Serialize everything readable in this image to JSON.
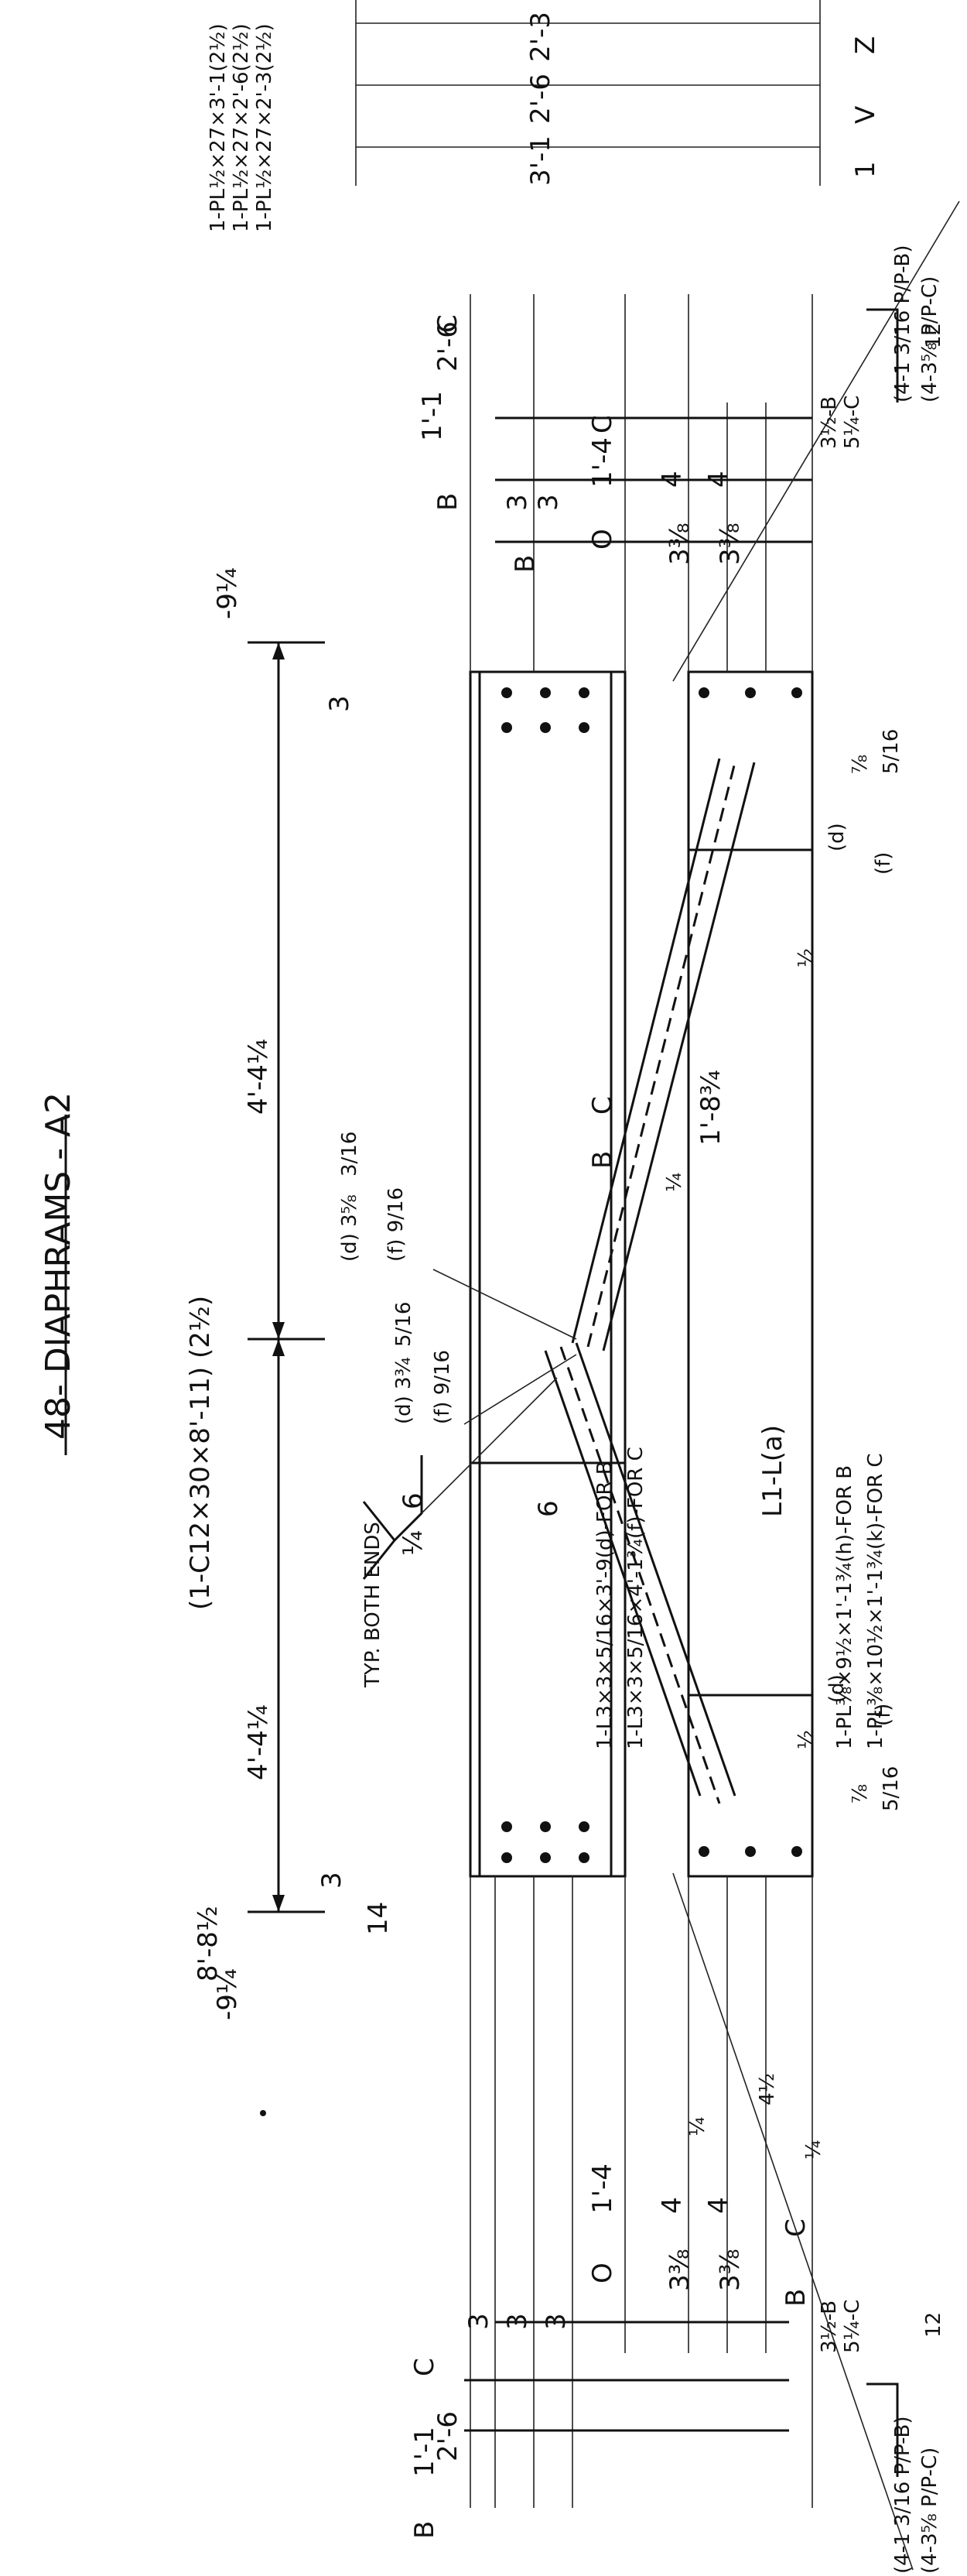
{
  "title": "48- DIAPHRAMS - A2",
  "top_member": "(1-C12×30×8'-11) (2½)",
  "spans": {
    "left_half": "4'-4¼",
    "right_half": "4'-4¼",
    "end_left": "8'-8½",
    "edge_left": "-9¼",
    "edge_right": "-9¼"
  },
  "weld_symbol": {
    "size": "¼",
    "length": "6",
    "note": "TYP. BOTH ENDS"
  },
  "brace_left_labels": {
    "d_dim": "(d) 3¾",
    "f_dim": "(f) 9/16",
    "small": "5/16"
  },
  "brace_right_labels": {
    "d_dim": "(d) 3⅝",
    "f_dim": "(f) 9/16",
    "small": "3/16"
  },
  "angle_callout": {
    "line1": "1-L3×3×5/16×3'-9(d)-FOR B",
    "line2": "1-L3×3×5/16×4'-1¾(f)-FOR C"
  },
  "bottom_angle": "L1-L(a)",
  "plate_callout": {
    "line1": "1-PL⅜×9½×1'-1¾(h)-FOR B",
    "line2": "1-PL⅜×10½×1'-1¾(k)-FOR C"
  },
  "center_dims": {
    "six": "6",
    "one_eight": "1'-8¾",
    "quarter": "¼",
    "quarter_b": "¼",
    "half_left": "½",
    "half_right": "½",
    "B": "B",
    "C": "C"
  },
  "left_end_dims": {
    "three": "3",
    "fourteen": "14",
    "one_four": "1'-4",
    "o": "O",
    "four_a": "4",
    "four_b": "4",
    "c": "C",
    "three_a": "3",
    "three_b": "3",
    "three_c": "3",
    "three_qtr_a": "3⅜",
    "three_qtr_b": "3⅜",
    "two_six": "2'-6",
    "one_one": "1'-1",
    "c2": "C",
    "b2": "B",
    "b3": "B",
    "gap_top": "¼",
    "gap_bot": "¼",
    "four_half": "4½"
  },
  "right_end_dims": {
    "three": "3",
    "one_four": "1'-4",
    "o": "O",
    "four_a": "4",
    "four_b": "4",
    "c": "C",
    "three_a": "3",
    "three_b": "3",
    "three_qtr_a": "3⅜",
    "three_qtr_b": "3⅜",
    "two_six": "2'-6",
    "one_one": "1'-1",
    "b": "B",
    "b2": "B",
    "c2": "C"
  },
  "left_dfs": {
    "d": "(d)",
    "f": "(f)",
    "seven_eighths": "⅞",
    "five_sixteenths": "5/16"
  },
  "right_dfs": {
    "d": "(d)",
    "f": "(f)",
    "seven_eighths": "⅞",
    "five_sixteenths": "5/16"
  },
  "bottom_left_callout": {
    "line1": "(4-1 3/16 P/P-B)",
    "line2": "(4-3⅝ P/P-C)",
    "slope": "12",
    "pair1": "3½-B",
    "pair2": "5¼-C"
  },
  "top_right_callout": {
    "line1": "(4-1 3/16 P/P-B)",
    "line2": "(4-3⅝ P/P-C)",
    "slope": "12",
    "pair1": "3½-B",
    "pair2": "5¼-C"
  },
  "top_corner_plates": {
    "line1": "1-PL½×27×3'-1(2½)",
    "line2": "1-PL½×27×2'-6(2½)",
    "line3": "1-PL½×27×2'-3(2½)"
  },
  "top_corner_dims": {
    "d1": "3'-1",
    "d2": "2'-6",
    "d3": "2'-3",
    "v": "V",
    "z": "Z",
    "one": "1"
  }
}
